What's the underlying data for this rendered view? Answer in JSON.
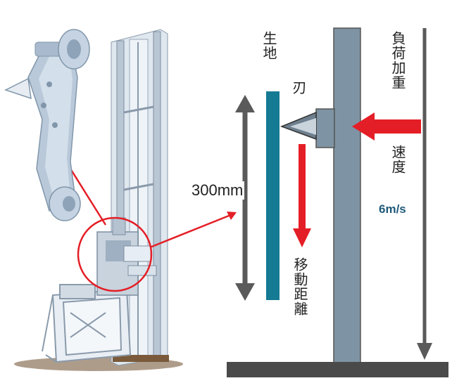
{
  "labels": {
    "fabric": "生地",
    "blade": "刃",
    "load": "負荷加重",
    "speed": "速度",
    "speed_value": "6m/s",
    "distance": "300mm",
    "travel": "移動距離"
  },
  "colors": {
    "fabric_bar": "#157a94",
    "column": "#7e93a3",
    "arrow_red": "#e41e26",
    "arrow_gray": "#5a5a5a",
    "speed_value": "#1f5a7a",
    "base": "#4a4a4a"
  },
  "icons": {
    "machine": "drop-weight-tester-illustration",
    "cutter": "blade-arm-illustration"
  }
}
